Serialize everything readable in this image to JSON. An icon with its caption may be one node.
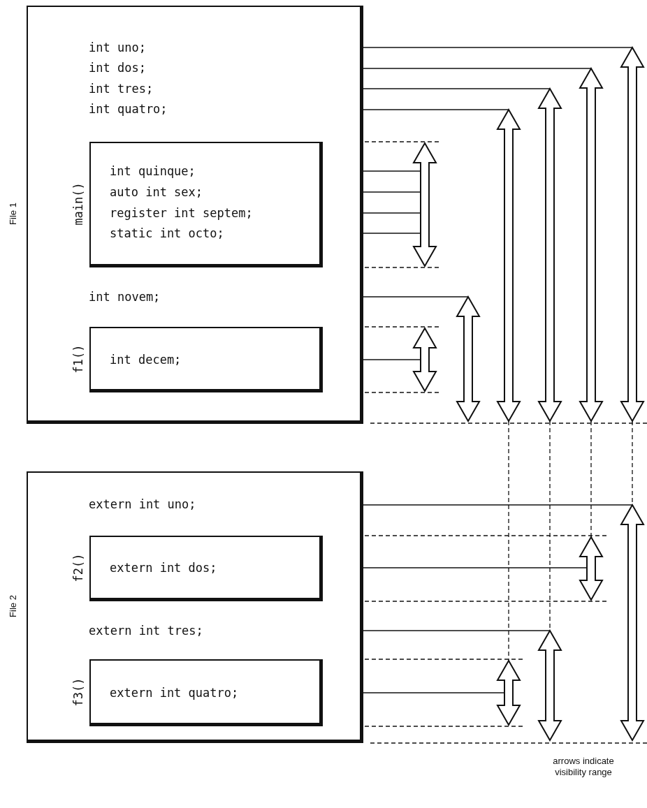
{
  "diagram": {
    "nodes": [
      {
        "text": [
          "File 1"
        ]
      },
      {
        "text": [
          "int uno;"
        ],
        "in": 0
      },
      {
        "text": [
          "int dos;"
        ],
        "in": 0
      },
      {
        "text": [
          "int tres;"
        ],
        "in": 0
      },
      {
        "text": [
          "int quatro;"
        ],
        "in": 0
      },
      {
        "text": [
          "main()"
        ],
        "in": 0
      },
      {
        "text": [
          "int quinque;"
        ],
        "in": 5
      },
      {
        "text": [
          "auto int sex;"
        ],
        "in": 5
      },
      {
        "text": [
          "register int septem;"
        ],
        "in": 5
      },
      {
        "text": [
          "static int octo;"
        ],
        "in": 5
      },
      {
        "text": [
          "int novem;"
        ],
        "in": 0
      },
      {
        "text": [
          "f1()"
        ],
        "in": 0
      },
      {
        "text": [
          "int decem;"
        ],
        "in": 11
      },
      {
        "text": [
          "File 2"
        ]
      },
      {
        "text": [
          "extern int uno;"
        ],
        "in": 13
      },
      {
        "text": [
          "f2()"
        ],
        "in": 13
      },
      {
        "text": [
          "extern int dos;"
        ],
        "in": 15
      },
      {
        "text": [
          "extern int tres;"
        ],
        "in": 13
      },
      {
        "text": [
          "f3()"
        ],
        "in": 13
      },
      {
        "text": [
          "extern int quatro;"
        ],
        "in": 18
      },
      {
        "text": [],
        "shape": "arrow"
      },
      {
        "text": [],
        "shape": "arrow"
      },
      {
        "text": [],
        "shape": "arrow"
      },
      {
        "text": [],
        "shape": "arrow"
      },
      {
        "text": [],
        "shape": "arrow"
      },
      {
        "text": [],
        "shape": "arrow"
      },
      {
        "text": [],
        "shape": "arrow"
      },
      {
        "text": [],
        "shape": "arrow"
      },
      {
        "text": [],
        "shape": "arrow"
      },
      {
        "text": [],
        "shape": "arrow"
      },
      {
        "text": [],
        "shape": "arrow"
      }
    ],
    "edges": [
      {
        "from": 1,
        "to": 26,
        "arrow": "none"
      },
      {
        "from": 2,
        "to": 25,
        "arrow": "none"
      },
      {
        "from": 3,
        "to": 24,
        "arrow": "none"
      },
      {
        "from": 4,
        "to": 23,
        "arrow": "none"
      },
      {
        "from": 6,
        "to": 20,
        "arrow": "none"
      },
      {
        "from": 7,
        "to": 20,
        "arrow": "none"
      },
      {
        "from": 8,
        "to": 20,
        "arrow": "none"
      },
      {
        "from": 9,
        "to": 20,
        "arrow": "none"
      },
      {
        "from": 10,
        "to": 22,
        "arrow": "none"
      },
      {
        "from": 12,
        "to": 21,
        "arrow": "none"
      },
      {
        "from": 14,
        "to": 30,
        "arrow": "none"
      },
      {
        "from": 16,
        "to": 29,
        "arrow": "none"
      },
      {
        "from": 17,
        "to": 28,
        "arrow": "none"
      },
      {
        "from": 19,
        "to": 27,
        "arrow": "none"
      },
      {
        "from": 23,
        "to": 27,
        "arrow": "none",
        "style": "dashed"
      },
      {
        "from": 24,
        "to": 28,
        "arrow": "none",
        "style": "dashed"
      },
      {
        "from": 25,
        "to": 29,
        "arrow": "none",
        "style": "dashed"
      },
      {
        "from": 26,
        "to": 30,
        "arrow": "none",
        "style": "dashed"
      }
    ],
    "labels": [
      "arrows indicate visibility range"
    ]
  }
}
